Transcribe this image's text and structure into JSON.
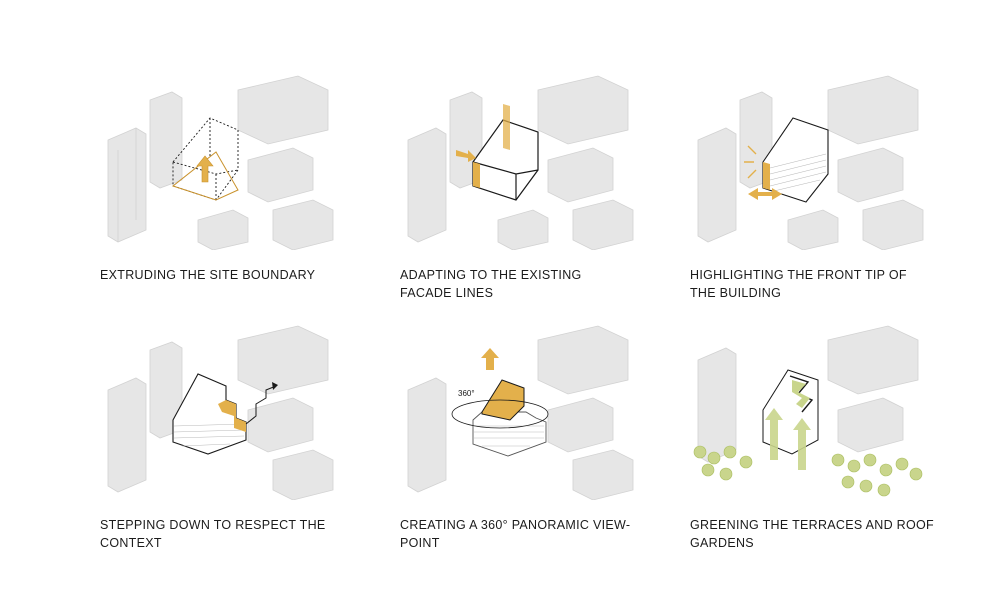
{
  "colors": {
    "accent": "#E3B04B",
    "accent_dark": "#C9922C",
    "context": "#E6E6E6",
    "context_stroke": "#D2D2D2",
    "ink": "#1A1A1A",
    "green": "#C9D58C",
    "green_dark": "#A9BD5E"
  },
  "panels": [
    {
      "caption_line1": "EXTRUDING THE SITE BOUNDARY",
      "caption_line2": ""
    },
    {
      "caption_line1": "ADAPTING TO THE EXISTING",
      "caption_line2": "FACADE LINES"
    },
    {
      "caption_line1": "HIGHLIGHTING THE FRONT TIP OF",
      "caption_line2": "THE BUILDING"
    },
    {
      "caption_line1": "STEPPING DOWN TO RESPECT THE",
      "caption_line2": "CONTEXT"
    },
    {
      "caption_line1": "CREATING A 360° PANORAMIC VIEW-",
      "caption_line2": "POINT",
      "angle_label": "360°"
    },
    {
      "caption_line1": "GREENING THE TERRACES AND ROOF",
      "caption_line2": "GARDENS"
    }
  ]
}
